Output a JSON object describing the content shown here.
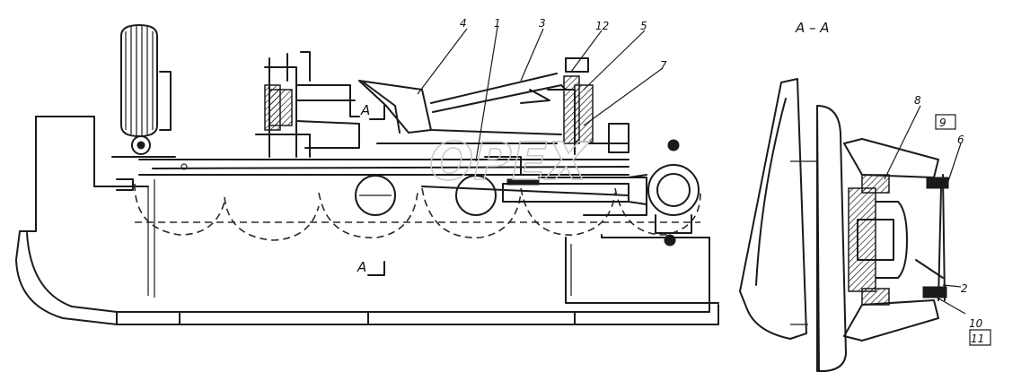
{
  "callouts": {
    "c1": "1",
    "c2": "2",
    "c3": "3",
    "c4": "4",
    "c5": "5",
    "c6": "6",
    "c7": "7",
    "c8": "8",
    "c9": "9",
    "c10": "10",
    "c11": "11",
    "c12": "12"
  },
  "section_labels": {
    "view_title": "A – A",
    "mark_top": "A",
    "mark_bottom": "A"
  },
  "watermark": "OPEX"
}
